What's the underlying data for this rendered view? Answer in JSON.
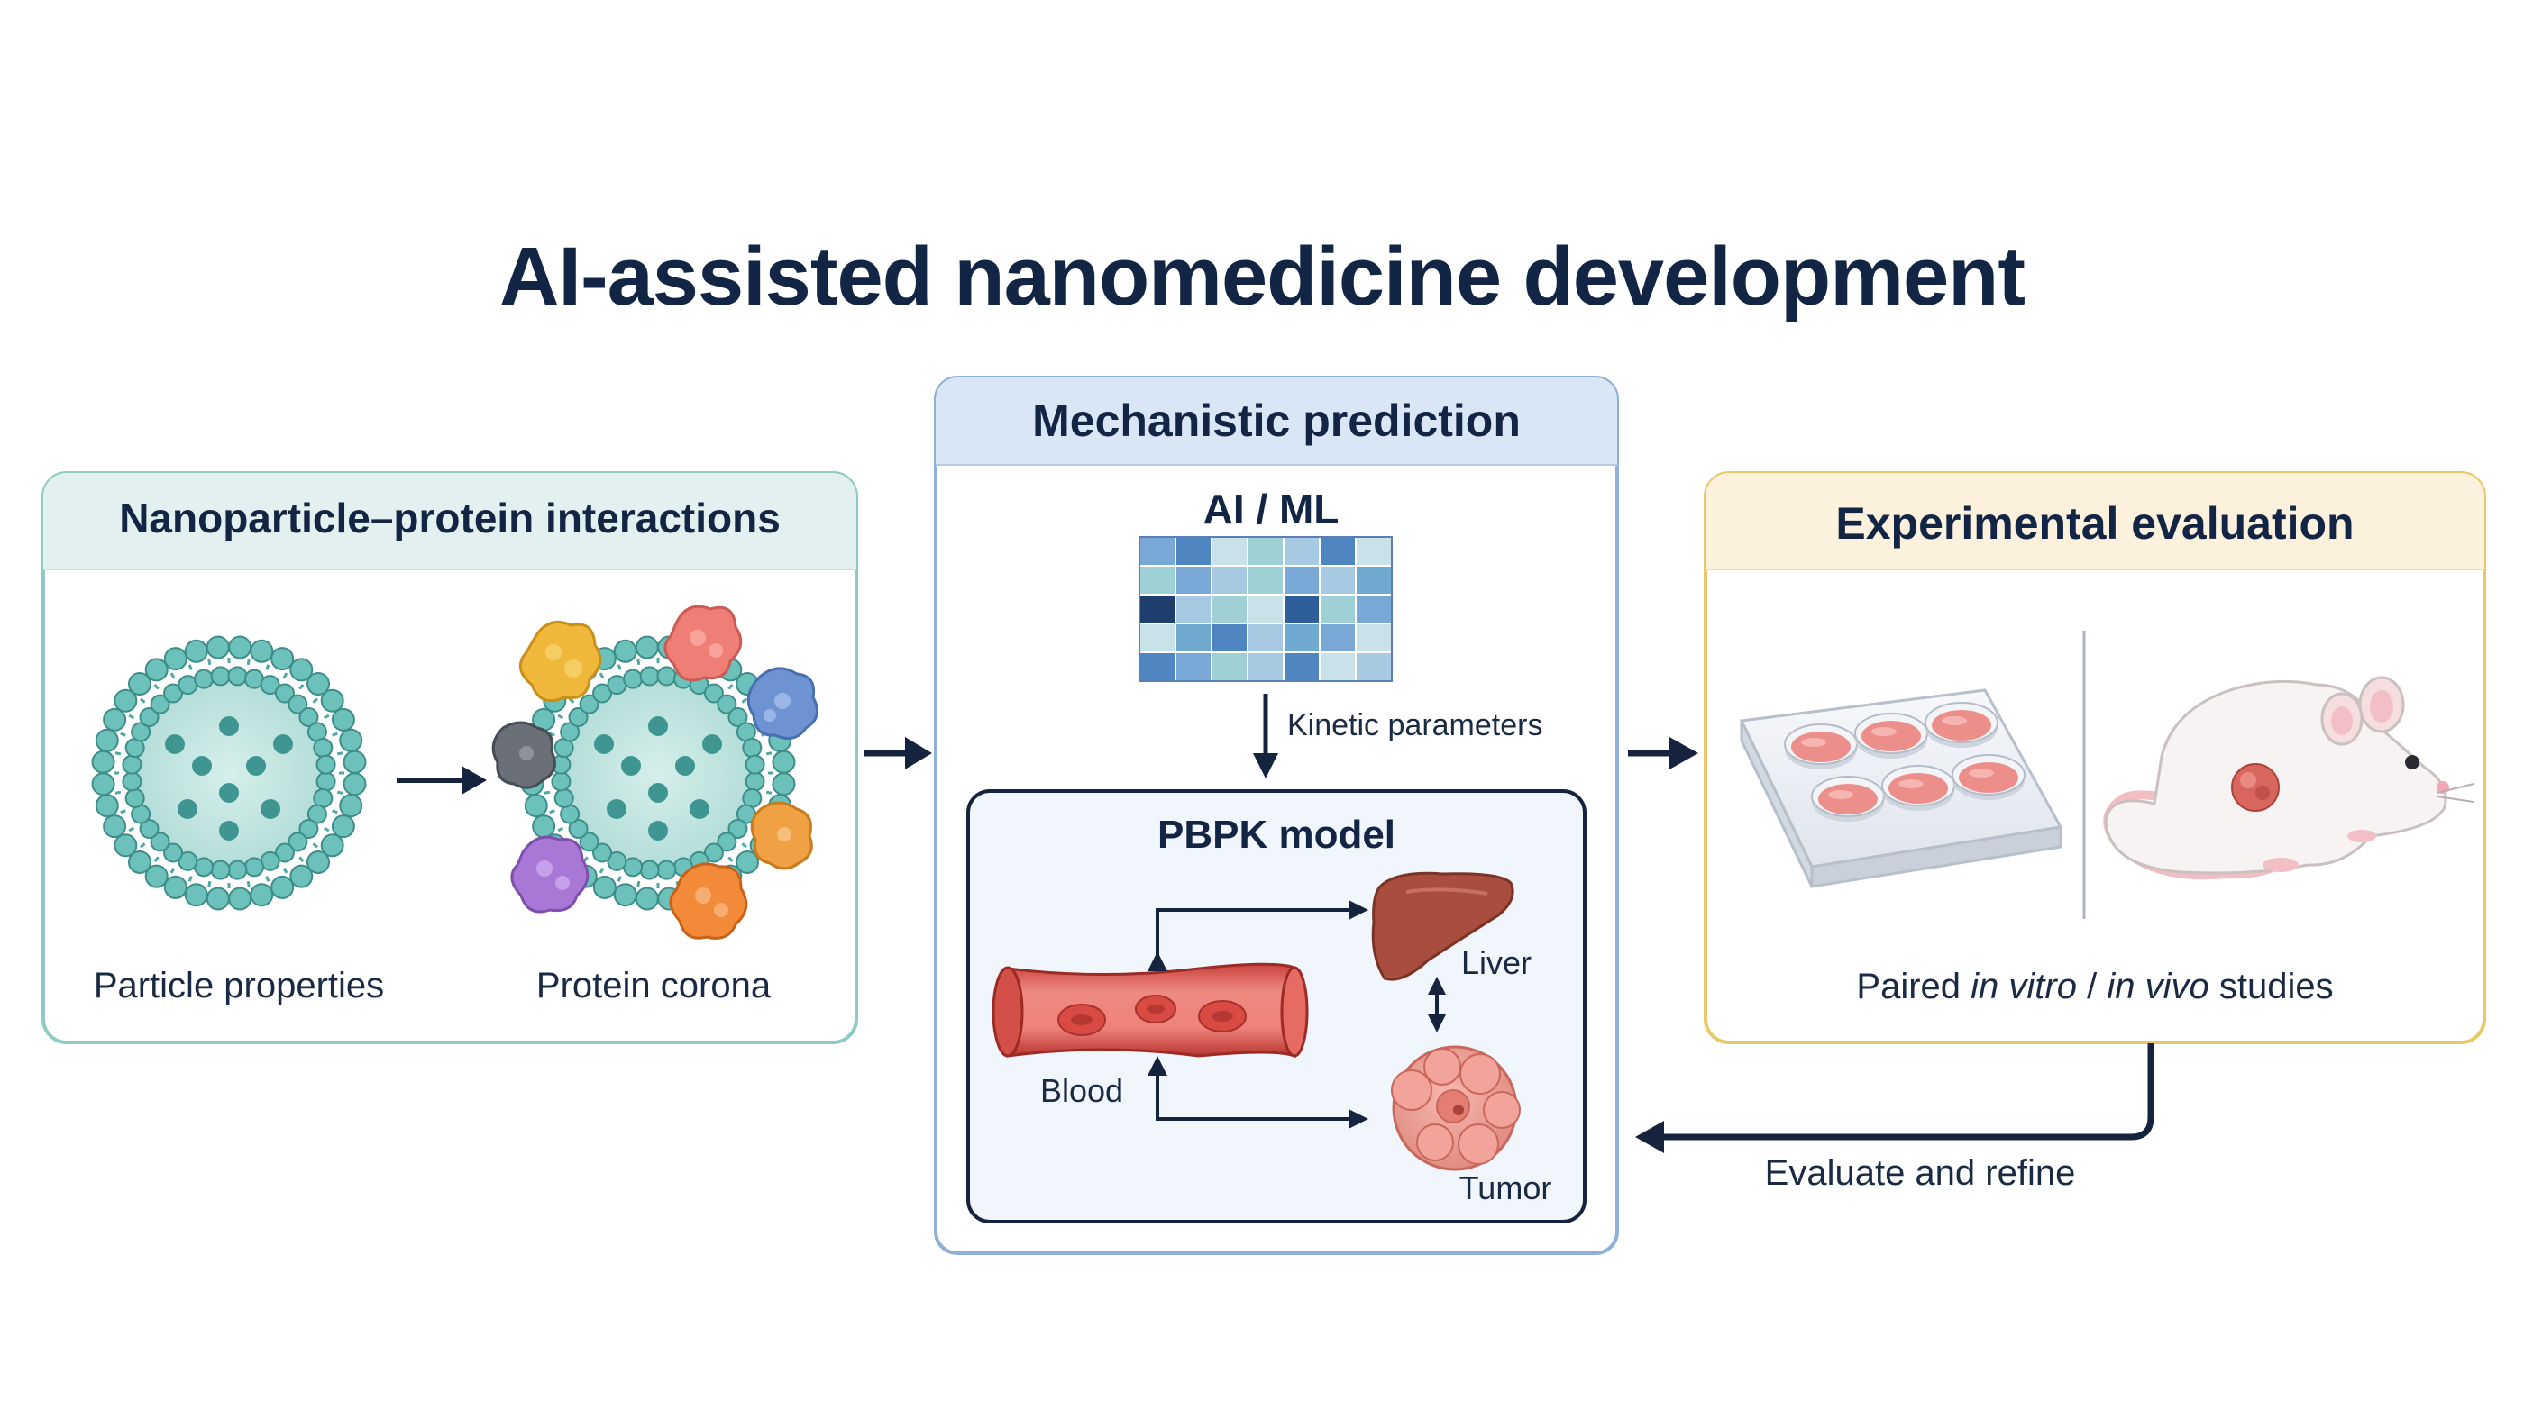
{
  "title": "AI-assisted nanomedicine development",
  "panels": {
    "left": {
      "title": "Nanoparticle–protein interactions",
      "label_particle": "Particle properties",
      "label_corona": "Protein corona"
    },
    "center": {
      "title": "Mechanistic prediction",
      "ai_label": "AI / ML",
      "kinetic_label": "Kinetic parameters",
      "pbpk": {
        "title": "PBPK model",
        "blood_label": "Blood",
        "liver_label": "Liver",
        "tumor_label": "Tumor"
      }
    },
    "right": {
      "title": "Experimental evaluation",
      "studies_prefix": "Paired ",
      "studies_invitro": "in vitro",
      "studies_sep": " / ",
      "studies_invivo": "in vivo",
      "studies_suffix": " studies"
    }
  },
  "feedback_label": "Evaluate and refine",
  "colors": {
    "teal": "#4fa7a2",
    "teal_header": "#e2f1ef",
    "blue_border": "#8fb0d9",
    "blue_header": "#d9e6f6",
    "navy": "#15233f",
    "gold_border": "#e9c86a",
    "gold_header": "#fbf1dc"
  }
}
